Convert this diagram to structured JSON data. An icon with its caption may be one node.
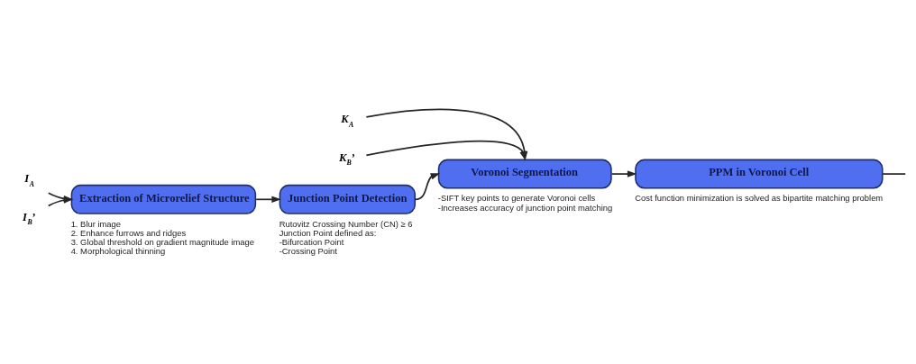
{
  "diagram": {
    "nodes": [
      {
        "text": [
          "I$_{A}$"
        ]
      },
      {
        "text": [
          "I$_{B}$’"
        ]
      },
      {
        "text": [
          "Extraction of Microrelief Structure"
        ],
        "beside": [
          "1. Blur image",
          "2. Enhance furrows and ridges",
          "3. Global threshold on gradient magnitude image",
          "4. Morphological thinning"
        ]
      },
      {
        "text": [
          "Junction Point Detection"
        ],
        "beside": [
          "Rutovitz Crossing Number (CN) ≥ 6",
          "Junction Point defined as:",
          "-Bifurcation Point",
          "-Crossing Point"
        ]
      },
      {
        "text": [
          "K$_{A}$"
        ]
      },
      {
        "text": [
          "K$_{B}$’"
        ]
      },
      {
        "text": [
          "Voronoi Segmentation"
        ],
        "beside": [
          "-SIFT key points to generate Voronoi cells",
          "-Increases accuracy of junction point matching"
        ]
      },
      {
        "text": [
          "PPM in Voronoi Cell"
        ],
        "beside": [
          "Cost function minimization is solved as bipartite matching problem"
        ]
      }
    ],
    "edges": [
      {
        "from": 0,
        "to": 2,
        "arrow": "to"
      },
      {
        "from": 1,
        "to": 2,
        "arrow": "to"
      },
      {
        "from": 2,
        "to": 3,
        "arrow": "to"
      },
      {
        "from": 3,
        "to": 6,
        "arrow": "to"
      },
      {
        "from": 4,
        "to": 6,
        "arrow": "to"
      },
      {
        "from": 5,
        "to": 6,
        "arrow": "to"
      },
      {
        "from": 6,
        "to": 7,
        "arrow": "to"
      },
      {
        "from": 7,
        "to": null,
        "arrow": "none"
      }
    ]
  }
}
